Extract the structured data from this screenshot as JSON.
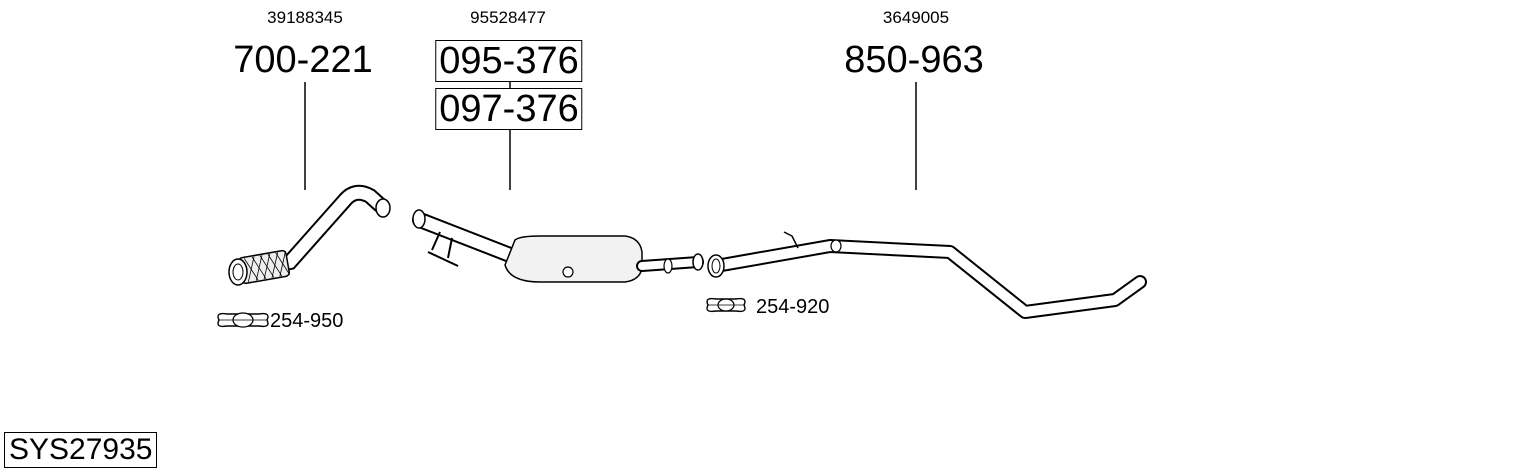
{
  "system": {
    "code": "SYS27935"
  },
  "parts": [
    {
      "oe": "39188345",
      "numbers": [
        "700-221"
      ]
    },
    {
      "oe": "95528477",
      "numbers": [
        "095-376",
        "097-376"
      ]
    },
    {
      "oe": "3649005",
      "numbers": [
        "850-963"
      ]
    }
  ],
  "clamps": [
    {
      "number": "254-950",
      "icon": "pipe-clamp-icon"
    },
    {
      "number": "254-920",
      "icon": "pipe-clamp-icon"
    }
  ]
}
